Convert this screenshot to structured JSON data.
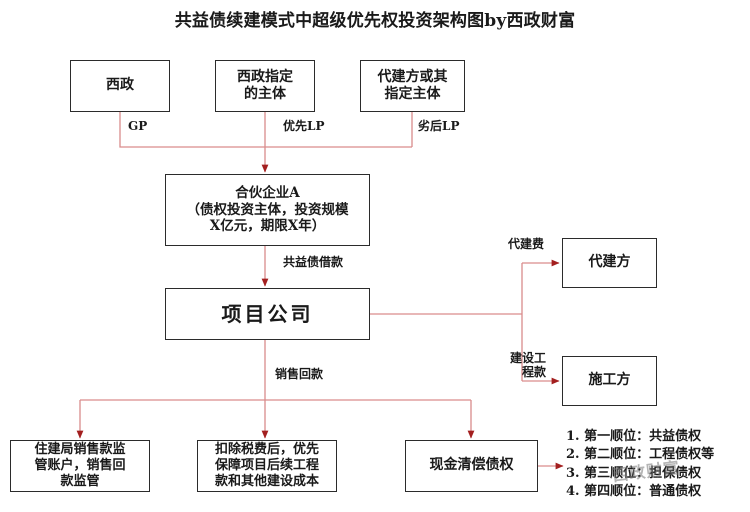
{
  "title": "共益债续建模式中超级优先权投资架构图by西政财富",
  "colors": {
    "connector": "#d98c8c",
    "arrowhead": "#a31f1f",
    "box_border": "#2b2b2b",
    "text": "#1a1a1a",
    "background": "#ffffff"
  },
  "nodes": {
    "xizheng": "西政",
    "xizheng_designated": "西政指定\n的主体",
    "agent_builder": "代建方或其\n指定主体",
    "partnership": "合伙企业A\n（债权投资主体，投资规模\nX亿元，期限X年）",
    "project_company": "项目公司",
    "agent_party": "代建方",
    "contractor": "施工方",
    "housing_bureau": "住建局销售款监\n管账户，销售回\n款监管",
    "after_tax": "扣除税费后，优先\n保障项目后续工程\n款和其他建设成本",
    "cash_repay": "现金清偿债权"
  },
  "edge_labels": {
    "gp": "GP",
    "priority_lp": "优先LP",
    "subordinate_lp": "劣后LP",
    "public_benefit_loan": "共益债借款",
    "agency_fee": "代建费",
    "construction_fee": "建设工\n程款",
    "sales_proceeds": "销售回款"
  },
  "priority_list": [
    "1. 第一顺位：共益债权",
    "2. 第二顺位：工程债权等",
    "3. 第三顺位：担保债权",
    "4. 第四顺位：普通债权"
  ],
  "watermark": "西政财富"
}
